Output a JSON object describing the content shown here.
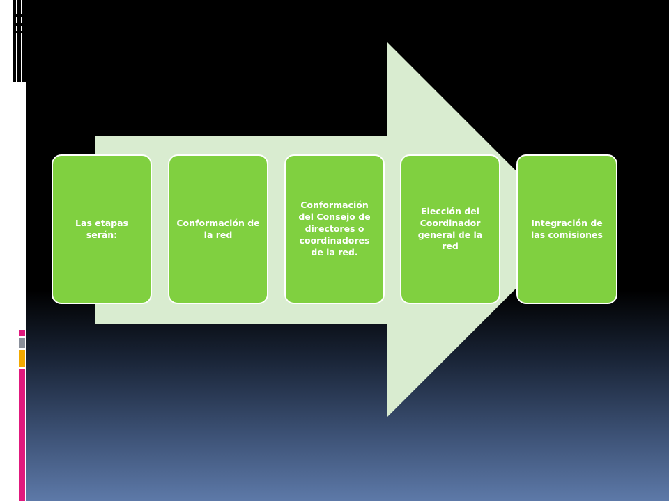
{
  "diagram": {
    "steps": [
      {
        "label": "Las etapas serán:"
      },
      {
        "label": "Conformación de la red"
      },
      {
        "label": "Conformación del Consejo de directores o coordinadores de la red."
      },
      {
        "label": "Elección del Coordinador general de la red"
      },
      {
        "label": "Integración de las comisiones"
      }
    ]
  },
  "colors": {
    "background_top": "#000000",
    "background_bottom": "#5d79a8",
    "arrow_fill": "#d9ecd0",
    "step_fill": "#80d040",
    "step_border": "#ffffff",
    "deco_pink": "#e0197d",
    "deco_gray": "#8a8f99",
    "deco_orange": "#f2a900"
  }
}
